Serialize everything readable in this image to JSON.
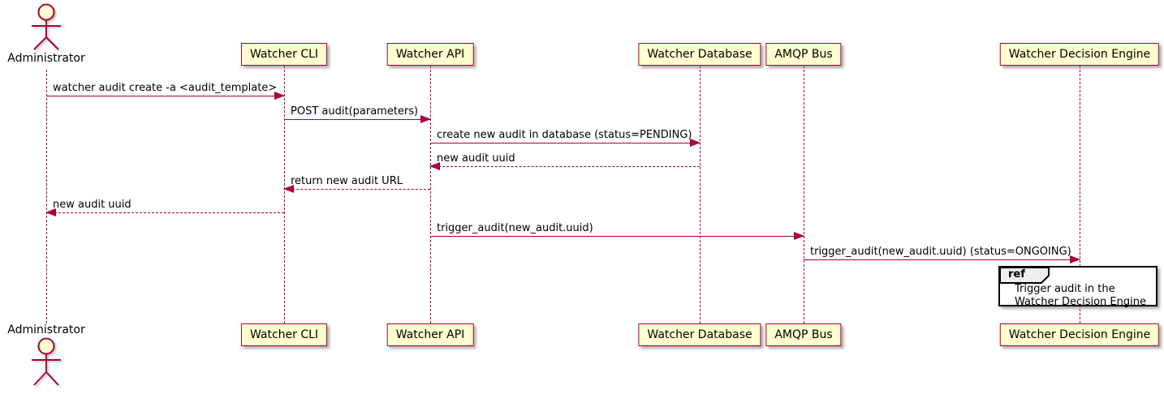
{
  "diagram": {
    "type": "plantuml-sequence",
    "actor": {
      "name": "Administrator"
    },
    "participants": [
      {
        "name": "Watcher CLI"
      },
      {
        "name": "Watcher API"
      },
      {
        "name": "Watcher Database"
      },
      {
        "name": "AMQP Bus"
      },
      {
        "name": "Watcher Decision Engine"
      }
    ],
    "messages": [
      {
        "from": "Administrator",
        "to": "Watcher CLI",
        "style": "solid",
        "label": "watcher audit create -a <audit_template>"
      },
      {
        "from": "Watcher CLI",
        "to": "Watcher API",
        "style": "solid",
        "label": "POST audit(parameters)"
      },
      {
        "from": "Watcher API",
        "to": "Watcher Database",
        "style": "solid",
        "label": "create new audit in database (status=PENDING)"
      },
      {
        "from": "Watcher Database",
        "to": "Watcher API",
        "style": "dashed",
        "label": "new audit uuid"
      },
      {
        "from": "Watcher API",
        "to": "Watcher CLI",
        "style": "dashed",
        "label": "return new audit URL"
      },
      {
        "from": "Watcher CLI",
        "to": "Administrator",
        "style": "dashed",
        "label": "new audit uuid"
      },
      {
        "from": "Watcher API",
        "to": "AMQP Bus",
        "style": "solid",
        "label": "trigger_audit(new_audit.uuid)"
      },
      {
        "from": "AMQP Bus",
        "to": "Watcher Decision Engine",
        "style": "solid",
        "label": "trigger_audit(new_audit.uuid) (status=ONGOING)"
      }
    ],
    "ref": {
      "keyword": "ref",
      "lines": [
        "Trigger audit in the",
        "Watcher Decision Engine"
      ]
    },
    "colors": {
      "participant_fill": "#FEFECE",
      "participant_border": "#A80036",
      "arrow": "#A80036",
      "lifeline": "#A80036",
      "ref_border": "#000000",
      "ref_tab_fill": "#EEEEEE",
      "text": "#000000",
      "background": "#FFFFFF"
    }
  }
}
